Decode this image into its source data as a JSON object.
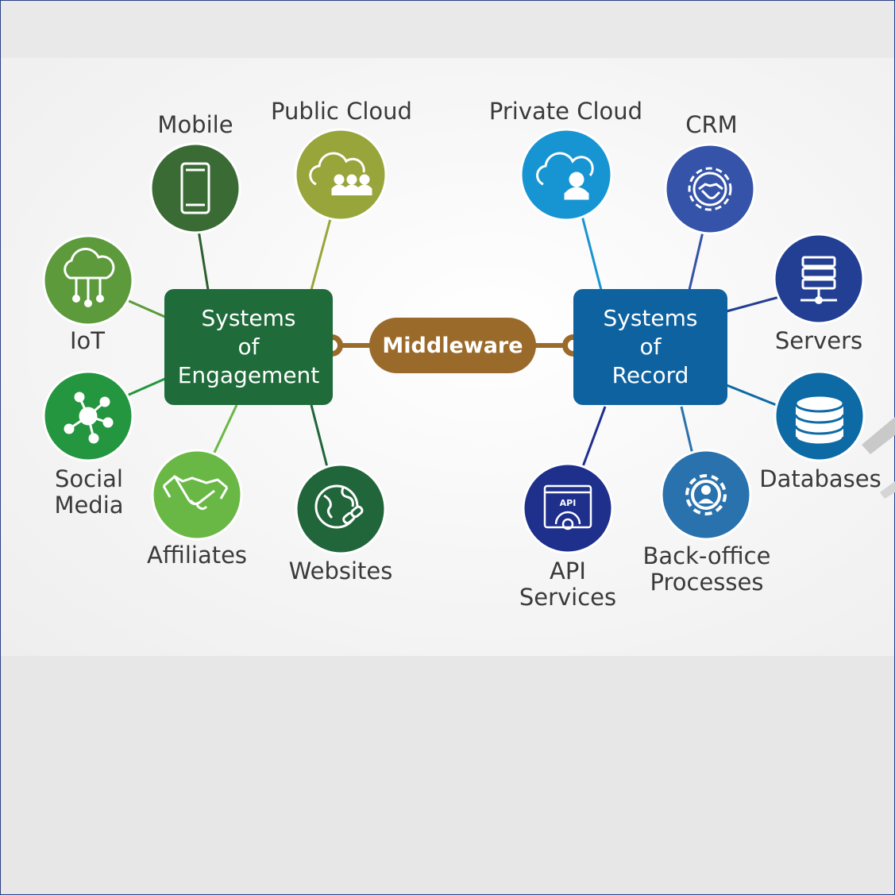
{
  "middleware": {
    "label": "Middleware",
    "color": "#9a6a2a"
  },
  "engagement": {
    "title": "Systems\nof\nEngagement",
    "color": "#1f6b3a",
    "nodes": [
      {
        "key": "mobile",
        "label": "Mobile",
        "icon": "smartphone-icon",
        "color": "#3b6b35"
      },
      {
        "key": "public_cloud",
        "label": "Public Cloud",
        "icon": "cloud-users-icon",
        "color": "#98a53a"
      },
      {
        "key": "iot",
        "label": "IoT",
        "icon": "cloud-network-icon",
        "color": "#5c9a3c"
      },
      {
        "key": "social_media",
        "label": "Social\nMedia",
        "icon": "network-share-icon",
        "color": "#24963f"
      },
      {
        "key": "affiliates",
        "label": "Affiliates",
        "icon": "handshake-icon",
        "color": "#69b845"
      },
      {
        "key": "websites",
        "label": "Websites",
        "icon": "globe-link-icon",
        "color": "#21653a"
      }
    ]
  },
  "record": {
    "title": "Systems\nof\nRecord",
    "color": "#0e62a0",
    "nodes": [
      {
        "key": "private_cloud",
        "label": "Private Cloud",
        "icon": "cloud-user-icon",
        "color": "#1795d3"
      },
      {
        "key": "crm",
        "label": "CRM",
        "icon": "gear-handshake-icon",
        "color": "#3553a8"
      },
      {
        "key": "servers",
        "label": "Servers",
        "icon": "server-icon",
        "color": "#233f93"
      },
      {
        "key": "databases",
        "label": "Databases",
        "icon": "database-icon",
        "color": "#0d6aa5"
      },
      {
        "key": "back_office",
        "label": "Back-office\nProcesses",
        "icon": "gear-person-icon",
        "color": "#2a72ad"
      },
      {
        "key": "api_services",
        "label": "API\nServices",
        "icon": "api-window-icon",
        "color": "#1e2f8c",
        "badge": "API"
      }
    ]
  }
}
